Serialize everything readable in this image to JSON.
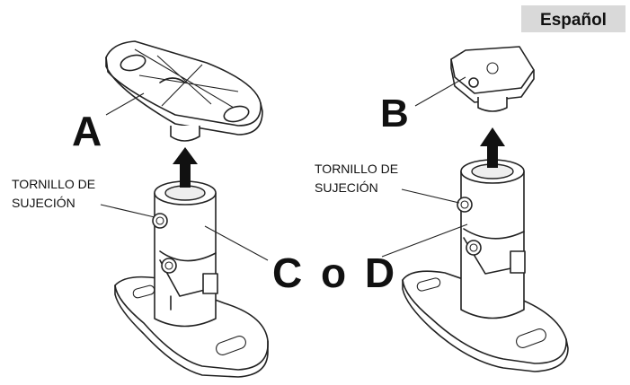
{
  "language_tab": "Español",
  "labels": {
    "part_a": "A",
    "part_b": "B",
    "c_or_d": "C o D",
    "left_screw_line1": "TORNILLO DE",
    "left_screw_line2": "SUJECIÓN",
    "right_screw_line1": "TORNILLO DE",
    "right_screw_line2": "SUJECIÓN"
  }
}
